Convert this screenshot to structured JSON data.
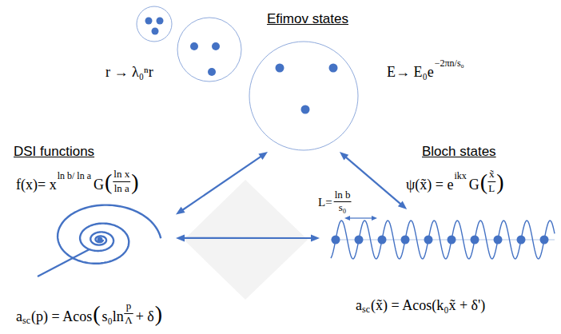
{
  "diagram": {
    "nodes": [
      {
        "text": [
          "Efimov states"
        ]
      },
      {
        "text": [
          "DSI functions"
        ]
      },
      {
        "text": [
          "Bloch states"
        ]
      }
    ],
    "edges": [
      {
        "from": 0,
        "to": 1,
        "arrow": "both"
      },
      {
        "from": 0,
        "to": 2,
        "arrow": "both"
      },
      {
        "from": 1,
        "to": 2,
        "arrow": "both"
      }
    ],
    "labels": [
      "r → λ₀ⁿr",
      "E→ E₀e",
      "−2πn/s₀",
      "f(x)= x",
      "ln b/ ln a",
      "G",
      "(",
      "ln x",
      "ln a",
      ")",
      "a",
      "sc",
      "(p) = Acos",
      "(",
      "s₀ln",
      "p",
      "Λ",
      "+ δ",
      ")",
      "ψ(x̃) = e",
      "ikx",
      "G",
      "(",
      "x̃",
      "L",
      ")",
      "L=",
      "ln b",
      "s₀",
      "a",
      "sc",
      "(x̃) = Acos(k₀x̃ + δ')"
    ]
  }
}
